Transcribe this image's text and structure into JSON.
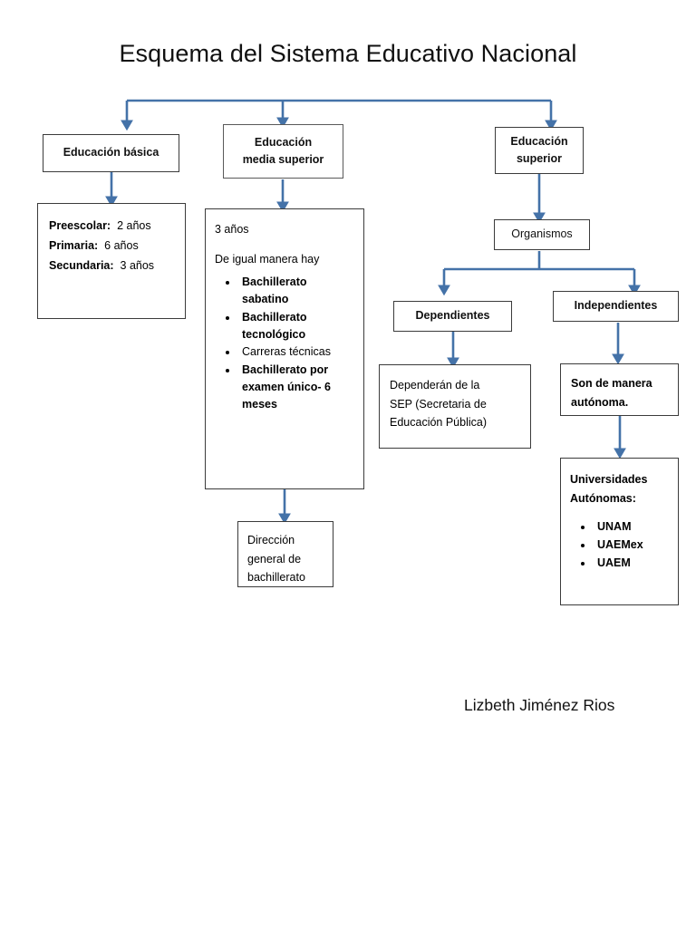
{
  "document": {
    "title": "Esquema del Sistema Educativo Nacional",
    "signature": "Lizbeth Jiménez Rios"
  },
  "colors": {
    "arrow_blue": "#4472A8",
    "box_border": "#3b3b3b",
    "text": "#111111",
    "background": "#ffffff"
  },
  "nodes": {
    "basica": {
      "label": "Educación básica"
    },
    "media_superior": {
      "line1": "Educación",
      "line2": "media superior"
    },
    "superior": {
      "line1": "Educación",
      "line2": "superior"
    },
    "basica_detalle": {
      "rows": [
        {
          "label": "Preescolar:",
          "value": "2 años"
        },
        {
          "label": "Primaria:",
          "value": "6 años"
        },
        {
          "label": "Secundaria:",
          "value": "3 años"
        }
      ]
    },
    "media_detalle": {
      "duration": "3 años",
      "intro": "De igual manera hay",
      "bullets": [
        "Bachillerato sabatino",
        "Bachillerato tecnológico",
        "Carreras técnicas",
        "Bachillerato por examen único- 6 meses"
      ]
    },
    "direccion_general": {
      "line1": "Dirección",
      "line2": "general de",
      "line3": "bachillerato"
    },
    "organismos": {
      "label": "Organismos"
    },
    "dependientes": {
      "label": "Dependientes"
    },
    "independientes": {
      "label": "Independientes"
    },
    "dependen_sep": {
      "line1": "Dependerán de la",
      "line2": "SEP (Secretaria de",
      "line3": "Educación Pública)"
    },
    "autonomas": {
      "line1": "Son de manera",
      "line2": "autónoma."
    },
    "universidades": {
      "line1": "Universidades",
      "line2": "Autónomas:",
      "bullets": [
        "UNAM",
        "UAEMex",
        "UAEM"
      ]
    }
  },
  "connectors": {
    "root_split_label": "root-three-way-split",
    "organismos_split_label": "organismos-two-way-split"
  }
}
